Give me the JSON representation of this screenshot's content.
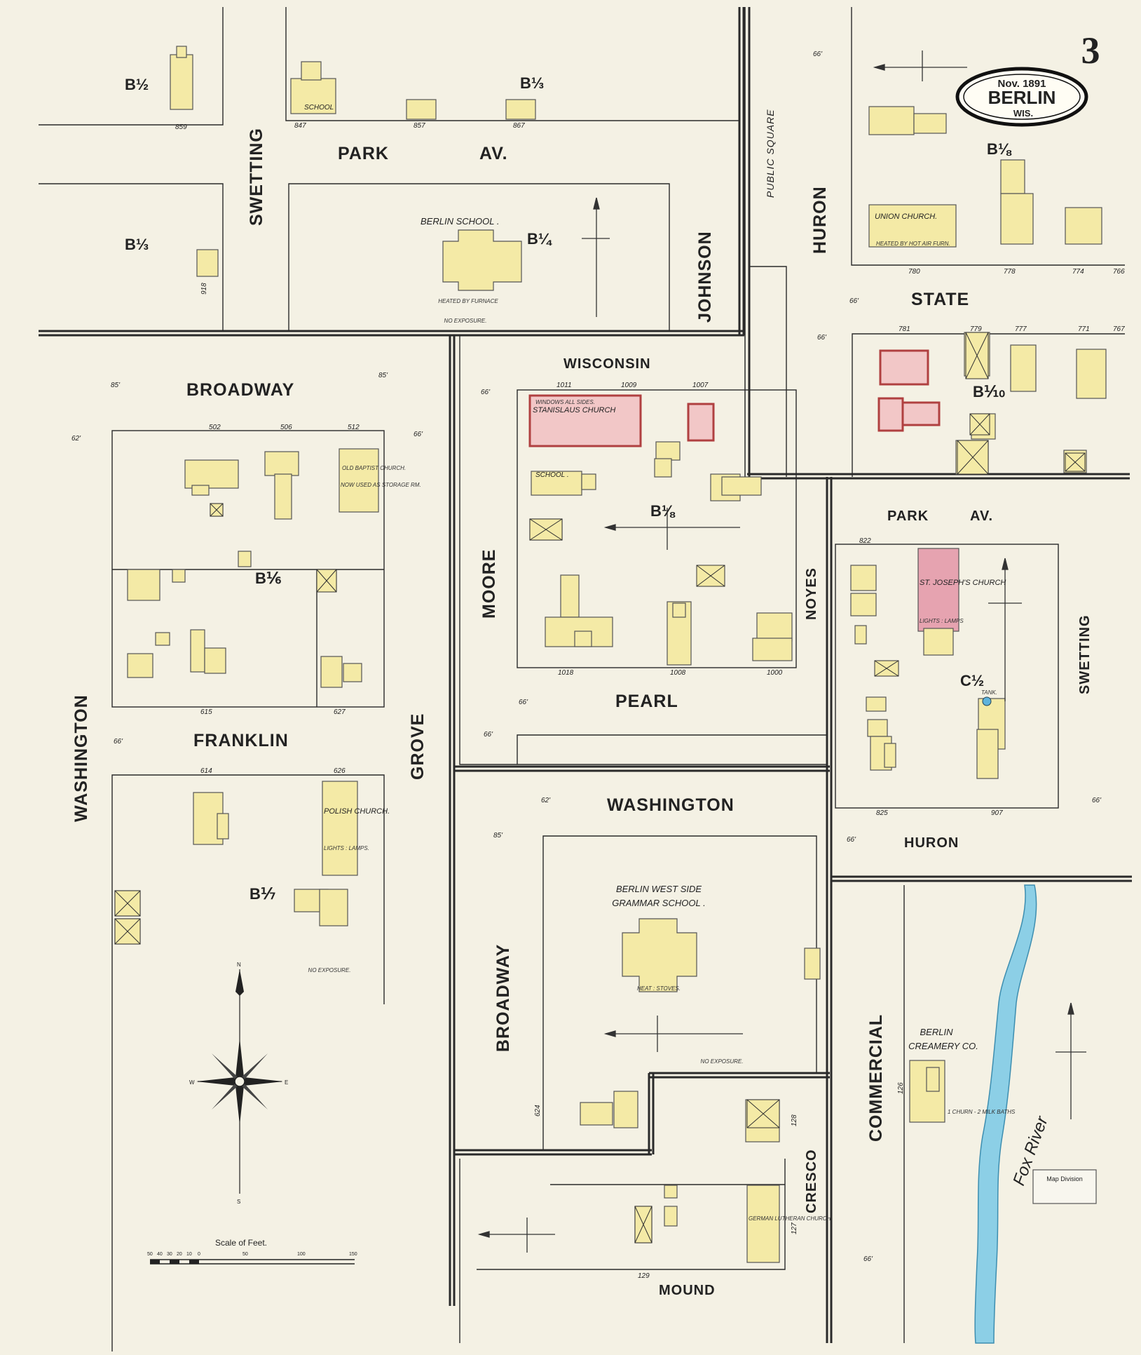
{
  "sheet_number": "3",
  "title_cartouche": {
    "date": "Nov. 1891",
    "town": "BERLIN",
    "state": "WIS."
  },
  "streets": {
    "swetting_nw": "SWETTING",
    "park_av_n": "PARK",
    "park_av_n_suffix": "AV.",
    "johnson": "JOHNSON",
    "public_square": "PUBLIC SQUARE",
    "huron_n": "HURON",
    "state": "STATE",
    "broadway_n": "BROADWAY",
    "wisconsin": "WISCONSIN",
    "moore": "MOORE",
    "noyes": "NOYES",
    "pearl": "PEARL",
    "park_av_e": "PARK",
    "park_av_e_suffix": "AV.",
    "swetting_e": "SWETTING",
    "franklin": "FRANKLIN",
    "washington_w": "WASHINGTON",
    "grove": "GROVE",
    "washington_c": "WASHINGTON",
    "huron_e": "HURON",
    "broadway_s": "BROADWAY",
    "commercial": "COMMERCIAL",
    "cresco": "CRESCO",
    "mound": "MOUND"
  },
  "blocks": {
    "b1_2": "B½",
    "b1_3a": "B⅓",
    "b1_3b": "B⅓",
    "b1_4": "B¼",
    "b1_8a": "B⅛",
    "b1_6": "B⅙",
    "b1_7": "B⅐",
    "b1_8b": "B⅛",
    "b1_10": "B⅒",
    "c1_2": "C½"
  },
  "labels": {
    "berlin_school": "BERLIN SCHOOL .",
    "heated_furnace": "HEATED BY FURNACE",
    "union_church": "UNION CHURCH.",
    "union_church_note": "HEATED BY HOT AIR FURN.",
    "stanislaus_church": "STANISLAUS CHURCH",
    "stanislaus_note": "WINDOWS ALL SIDES.",
    "old_baptist": "OLD BAPTIST CHURCH.",
    "old_baptist_note": "NOW USED AS STORAGE RM.",
    "polish_church": "POLISH CHURCH.",
    "polish_note": "LIGHTS : LAMPS.",
    "st_josephs": "ST. JOSEPH'S CHURCH",
    "st_josephs_note": "LIGHTS : LAMPS",
    "west_side_school_1": "BERLIN WEST SIDE",
    "west_side_school_2": "GRAMMAR SCHOOL .",
    "heat_stoves": "HEAT : STOVES.",
    "creamery_1": "BERLIN",
    "creamery_2": "CREAMERY CO.",
    "creamery_note": "1 CHURN - 2 MILK BATHS",
    "german_lutheran": "GERMAN LUTHERAN CHURCH",
    "school": "SCHOOL",
    "school_c": "SCHOOL .",
    "fox_river": "Fox River",
    "map_division": "Map Division",
    "no_exposure": "NO EXPOSURE.",
    "tank": "TANK."
  },
  "widths": [
    "66'",
    "66'",
    "66'",
    "66'",
    "66'",
    "66'",
    "62'",
    "85'",
    "85'",
    "66'",
    "66'",
    "62'",
    "85'",
    "66'",
    "66'",
    "66'"
  ],
  "lot_numbers": {
    "n1": "859",
    "n2": "847",
    "n3": "857",
    "n4": "867",
    "n5": "918",
    "s1": "780",
    "s2": "778",
    "s3": "774",
    "s4": "766",
    "s5": "781",
    "s6": "779",
    "s7": "777",
    "s8": "771",
    "s9": "767",
    "w1": "502",
    "w2": "506",
    "w3": "512",
    "w4": "615",
    "w5": "627",
    "w6": "614",
    "w7": "626",
    "c1": "1011",
    "c2": "1009",
    "c3": "1007",
    "c4": "1018",
    "c5": "1008",
    "c6": "1000",
    "e1": "822",
    "e2": "825",
    "e3": "907",
    "x1": "129",
    "x2": "128",
    "x3": "127",
    "x4": "126",
    "x5": "624"
  },
  "compass": {
    "n": "N",
    "s": "S",
    "e": "E",
    "w": "W"
  },
  "scale": {
    "title": "Scale of Feet.",
    "ticks": [
      "50",
      "40",
      "30",
      "20",
      "10",
      "0",
      "50",
      "100",
      "150"
    ]
  },
  "colors": {
    "paper": "#f4f1e4",
    "frame_building": "#f4eaa6",
    "brick_building": "#f2c7c7",
    "water": "#8ccfe6"
  }
}
